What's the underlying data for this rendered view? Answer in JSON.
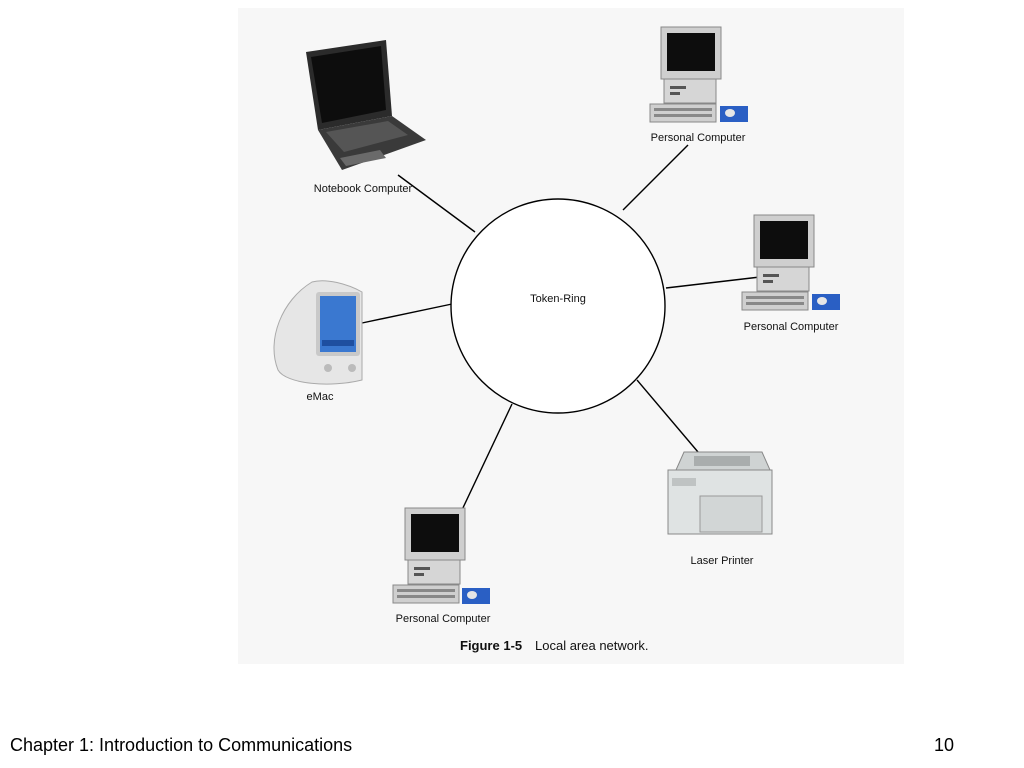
{
  "diagram": {
    "center_label": "Token-Ring",
    "nodes": {
      "notebook": "Notebook Computer",
      "pc_top": "Personal Computer",
      "pc_right": "Personal Computer",
      "emac": "eMac",
      "printer": "Laser Printer",
      "pc_bottom": "Personal Computer"
    },
    "caption": {
      "figure": "Figure 1-5",
      "text": "Local area network."
    }
  },
  "footer": {
    "chapter": "Chapter 1:  Introduction to Communications",
    "page": "10"
  },
  "colors": {
    "screen": "#0d0d0d",
    "emac_screen": "#3a78d0",
    "mouse_pad": "#2a5fc4",
    "device_body": "#d9d9d9"
  }
}
